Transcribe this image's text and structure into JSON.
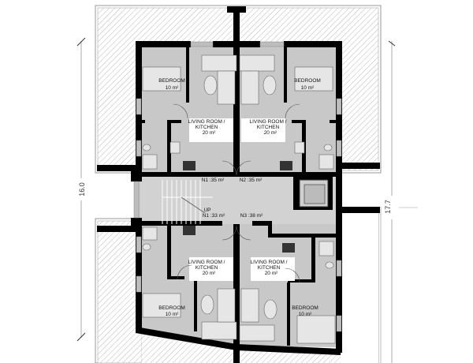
{
  "plan": {
    "dimensions": {
      "left": "16.0",
      "right": "17.7"
    },
    "rooms": {
      "top_left_bedroom": {
        "name": "BEDROOM",
        "area": "10 m²"
      },
      "top_right_bedroom": {
        "name": "BEDROOM",
        "area": "10 m²"
      },
      "top_left_living": {
        "line1": "LIVING ROOM /",
        "line2": "KITCHEN",
        "area": "20 m²"
      },
      "top_right_living": {
        "line1": "LIVING ROOM /",
        "line2": "KITCHEN",
        "area": "20 m²"
      },
      "bottom_left_living": {
        "line1": "LIVING ROOM /",
        "line2": "KITCHEN",
        "area": "20 m²"
      },
      "bottom_right_living": {
        "line1": "LIVING ROOM /",
        "line2": "KITCHEN",
        "area": "20 m²"
      },
      "bottom_left_bedroom": {
        "name": "BEDROOM",
        "area": "10 m²"
      },
      "bottom_right_bedroom": {
        "name": "BEDROOM",
        "area": "10 m²"
      }
    },
    "units": {
      "top_left": "N1 :35 m²",
      "top_right": "N2 :35 m²",
      "bottom_left": "N1 :33 m²",
      "bottom_right": "N3 :38 m²"
    },
    "stair_label": "UP"
  }
}
